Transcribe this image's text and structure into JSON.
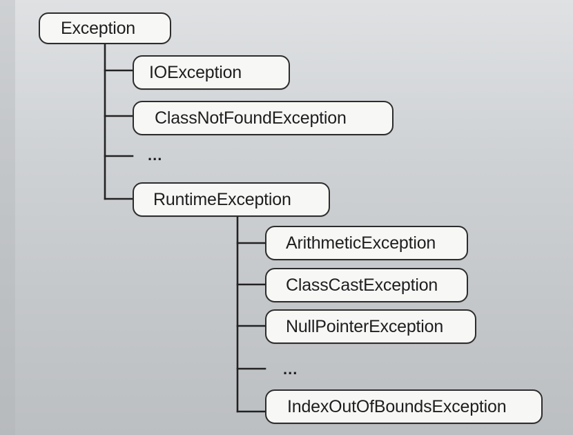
{
  "diagram": {
    "root": "Exception",
    "level1": [
      "IOException",
      "ClassNotFoundException",
      "...",
      "RuntimeException"
    ],
    "runtime_children": [
      "ArithmeticException",
      "ClassCastException",
      "NullPointerException",
      "...",
      "IndexOutOfBoundsException"
    ]
  }
}
